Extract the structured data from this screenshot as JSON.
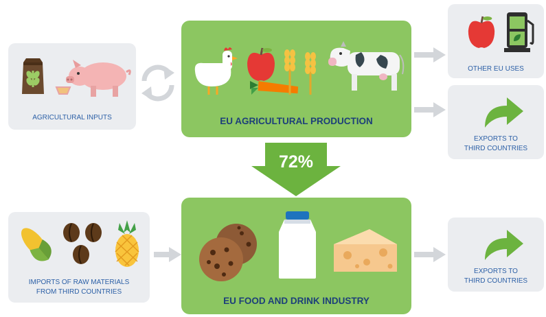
{
  "agricultural_inputs": {
    "label": "AGRICULTURAL INPUTS"
  },
  "eu_agricultural_production": {
    "label": "EU AGRICULTURAL PRODUCTION"
  },
  "other_eu_uses": {
    "label": "OTHER EU USES"
  },
  "exports_top": {
    "line1": "EXPORTS TO",
    "line2": "THIRD COUNTRIES"
  },
  "flow": {
    "percentage": "72%"
  },
  "imports": {
    "line1": "IMPORTS OF RAW MATERIALS",
    "line2": "FROM THIRD COUNTRIES"
  },
  "eu_food_drink_industry": {
    "label": "EU FOOD AND DRINK INDUSTRY"
  },
  "exports_bottom": {
    "line1": "EXPORTS TO",
    "line2": "THIRD COUNTRIES"
  },
  "colors": {
    "green": "#8cc661",
    "dark_green": "#6cb33f",
    "grey_box": "#ebedf0",
    "label_blue": "#2b5fa6",
    "title_navy": "#1d3f7a",
    "arrow_grey": "#d3d6da"
  },
  "icons": [
    "seed-bag-icon",
    "pig-icon",
    "cycle-arrows-icon",
    "chicken-icon",
    "apple-icon",
    "carrot-icon",
    "wheat-icon",
    "cow-icon",
    "fuel-pump-icon",
    "export-arrow-icon",
    "corn-icon",
    "coffee-beans-icon",
    "pineapple-icon",
    "cookies-icon",
    "milk-bottle-icon",
    "cheese-icon"
  ]
}
